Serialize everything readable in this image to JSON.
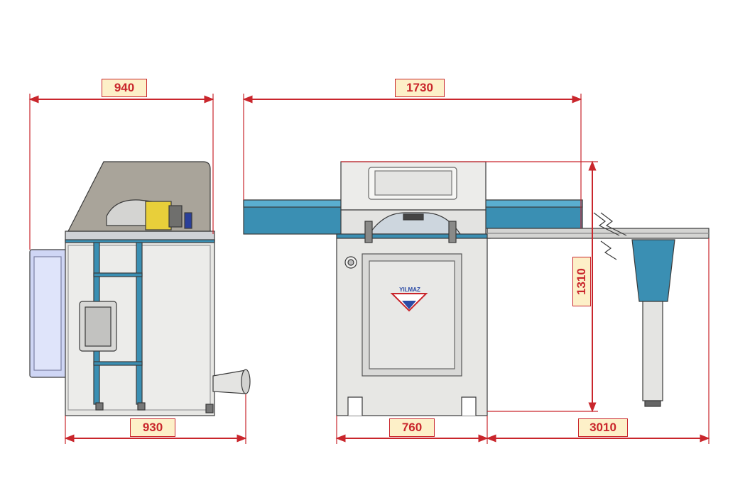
{
  "dimensions": {
    "side_width_top": "940",
    "side_width_bottom": "930",
    "front_width_top": "1730",
    "front_width_bottom": "760",
    "extension_length": "3010",
    "height": "1310"
  },
  "brand": "YILMAZ",
  "colors": {
    "dimension_line": "#c9262c",
    "label_fill": "#fdf0c8",
    "machine_body": "#e7e7e4",
    "machine_outline": "#3a3a3a",
    "guard": "#a9a49a",
    "accent_blue": "#3a8fb3",
    "panel_blue": "#cfd6f5",
    "motor_yellow": "#e8cf3a"
  }
}
